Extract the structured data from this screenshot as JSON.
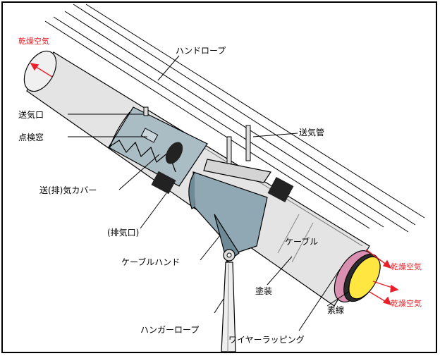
{
  "labels": {
    "dry_air_top_left": "乾燥空気",
    "hand_rope": "ハンドロープ",
    "air_inlet": "送気口",
    "inspection_window": "点検窓",
    "air_pipe": "送気管",
    "vent_cover": "送(排)気カバー",
    "exhaust_port": "(排気口)",
    "cable": "ケーブル",
    "cable_hand": "ケーブルハンド",
    "dry_air_right_upper": "乾燥空気",
    "coating": "塗装",
    "dry_air_right_lower": "乾燥空気",
    "strand": "素線",
    "hanger_rope": "ハンガーロープ",
    "wire_wrapping": "ワイヤーラッピング"
  },
  "colors": {
    "cable_body": "#e4e4e4",
    "cover_fill": "#aabcc4",
    "hand_fill": "#8fa8b4",
    "hand_side": "#6f8a97",
    "strand_pink": "#d98fb0",
    "core_yellow": "#ffe640",
    "dry_air_red": "#e8202a",
    "outline": "#000000"
  }
}
